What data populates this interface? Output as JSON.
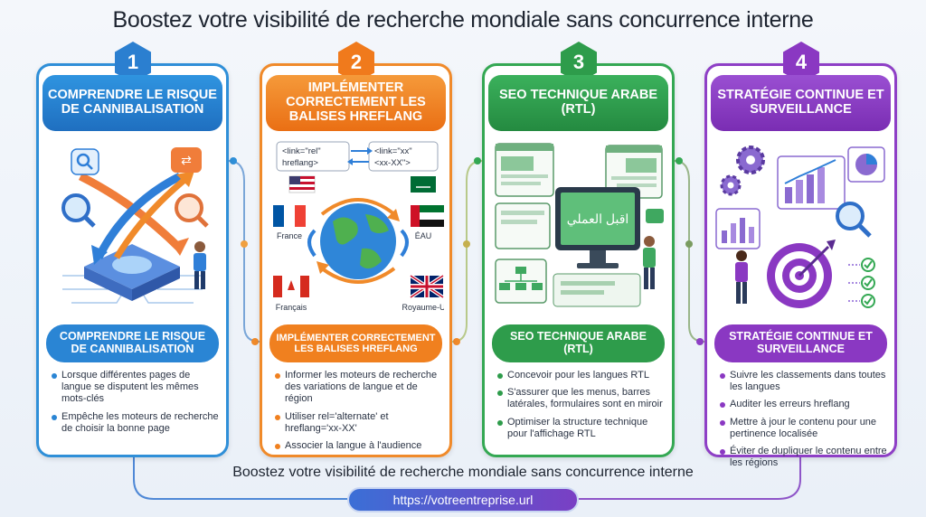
{
  "title": "Boostez votre visibilité de recherche mondiale sans concurrence interne",
  "footer": {
    "text": "Boostez votre visibilité de recherche mondiale sans concurrence interne",
    "url": "https://votreentreprise.url"
  },
  "steps": [
    {
      "number": "1",
      "heading": "Comprendre le risque de cannibalisation",
      "subheading": "Comprendre le risque de cannibalisation",
      "bullets": [
        "Lorsque différentes pages de langue se disputent les mêmes mots-clés",
        "Empêche les moteurs de recherche de choisir la bonne page"
      ],
      "color": "#2f8fd8"
    },
    {
      "number": "2",
      "heading": "Implémenter correctement les balises hreflang",
      "subheading": "Implémenter correctement les balises hreflang",
      "code_left": [
        "<link=\"rel\"",
        "hreflang>"
      ],
      "code_right": [
        "<link=\"xx\"",
        "<xx-XX\">"
      ],
      "labels": {
        "france": "France",
        "uae": "ÉAU",
        "francais": "Français",
        "uk": "Royaume-Uni"
      },
      "bullets": [
        "Informer les moteurs de recherche des variations de langue et de région",
        "Utiliser rel='alternate' et hreflang='xx-XX'",
        "Associer la langue à l'audience"
      ],
      "color": "#f08a2a"
    },
    {
      "number": "3",
      "heading": "SEO technique arabe (RTL)",
      "subheading": "SEO technique arabe (RTL)",
      "screen_text": "اقبل العملي",
      "bullets": [
        "Concevoir pour les langues RTL",
        "S'assurer que les menus, barres latérales, formulaires sont en miroir",
        "Optimiser la structure technique pour l'affichage RTL"
      ],
      "color": "#34a853"
    },
    {
      "number": "4",
      "heading": "Stratégie continue et surveillance",
      "subheading": "Stratégie continue et surveillance",
      "bullets": [
        "Suivre les classements dans toutes les langues",
        "Auditer les erreurs hreflang",
        "Mettre à jour le contenu pour une pertinence localisée",
        "Éviter de dupliquer le contenu entre les régions"
      ],
      "color": "#8e3fc6"
    }
  ]
}
